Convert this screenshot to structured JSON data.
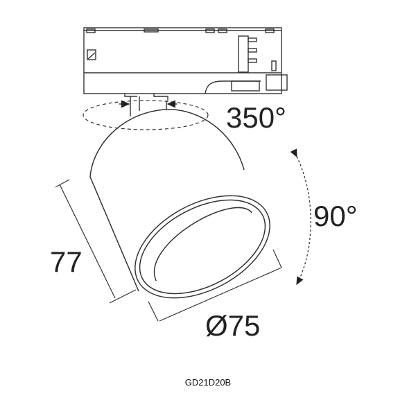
{
  "drawing": {
    "rotation_label": "350°",
    "tilt_label": "90°",
    "height_label": "77",
    "diameter_label": "Ø75",
    "model_code": "GD21D20B"
  }
}
